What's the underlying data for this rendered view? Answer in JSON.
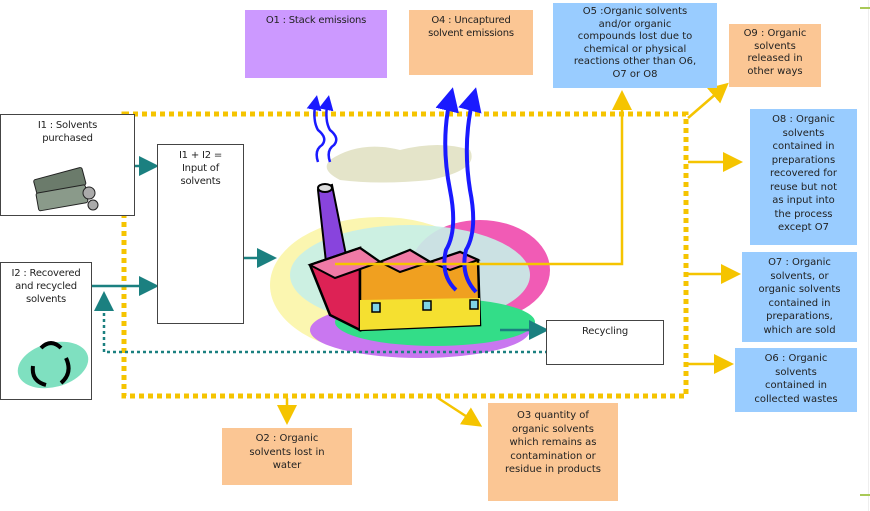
{
  "inputs": {
    "i1": {
      "label": "I1 : Solvents\npurchased",
      "icon": "money-icon"
    },
    "i2": {
      "label": "I2 : Recovered\nand recycled\nsolvents",
      "icon": "recycle-icon"
    },
    "input_total": {
      "label": "I1 + I2 =\nInput of\nsolvents"
    }
  },
  "outputs": {
    "o1": {
      "label": "O1 : Stack emissions",
      "color": "#cc99ff"
    },
    "o4": {
      "label": "O4 : Uncaptured\nsolvent emissions",
      "color": "#fbc694"
    },
    "o5": {
      "label": "O5 :Organic solvents\nand/or organic\ncompounds lost due to\nchemical or physical\nreactions other than O6,\nO7 or O8",
      "color": "#99ccff"
    },
    "o9": {
      "label": "O9 : Organic\nsolvents\nreleased in\nother ways",
      "color": "#fbc694"
    },
    "o8": {
      "label": "O8 : Organic\nsolvents\ncontained in\npreparations\nrecovered for\nreuse but not\nas input into\nthe process\nexcept O7",
      "color": "#99ccff"
    },
    "o7": {
      "label": "O7 : Organic\nsolvents, or\norganic solvents\ncontained in\npreparations,\nwhich are sold",
      "color": "#99ccff"
    },
    "o6": {
      "label": "O6 : Organic\nsolvents\ncontained in\ncollected wastes",
      "color": "#99ccff"
    },
    "o2": {
      "label": "O2 : Organic\nsolvents lost in\nwater",
      "color": "#fbc694"
    },
    "o3": {
      "label": "O3 quantity of\norganic solvents\nwhich remains as\ncontamination or\nresidue in products",
      "color": "#fbc694"
    }
  },
  "process": {
    "recycling": {
      "label": "Recycling"
    },
    "factory_icon": "factory-icon"
  },
  "colors": {
    "boundary": "#f5c400",
    "flow_teal": "#1b8080",
    "emission_blue": "#1a1aff"
  }
}
